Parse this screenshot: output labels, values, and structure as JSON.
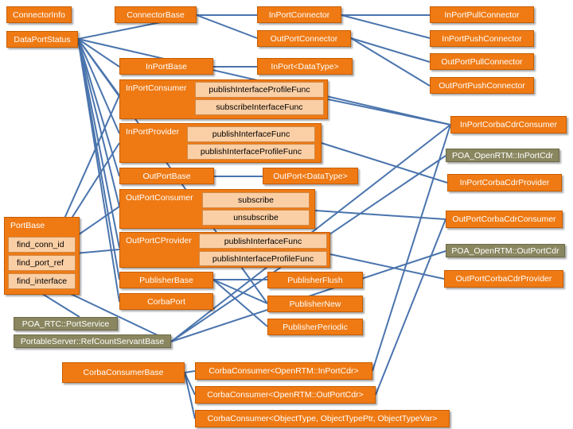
{
  "nodes": {
    "connector_info": "ConnectorInfo",
    "data_port_status": "DataPortStatus",
    "connector_base": "ConnectorBase",
    "inport_connector": "InPortConnector",
    "outport_connector": "OutPortConnector",
    "inport_pull_connector": "InPortPullConnector",
    "inport_push_connector": "InPortPushConnector",
    "outport_pull_connector": "OutPortPullConnector",
    "outport_push_connector": "OutPortPushConnector",
    "inport_base": "InPortBase",
    "inport_datatype": "InPort<DataType>",
    "inport_consumer": {
      "label": "InPortConsumer",
      "items": [
        "publishInterfaceProfileFunc",
        "subscribeInterfaceFunc"
      ]
    },
    "inport_provider": {
      "label": "InPortProvider",
      "items": [
        "publishInterfaceFunc",
        "publishInterfaceProfileFunc"
      ]
    },
    "outport_base": "OutPortBase",
    "outport_datatype": "OutPort<DataType>",
    "outport_consumer": {
      "label": "OutPortConsumer",
      "items": [
        "subscribe",
        "unsubscribe"
      ]
    },
    "outport_cprovider": {
      "label": "OutPortCProvider",
      "items": [
        "publishInterfaceFunc",
        "publishInterfaceProfileFunc"
      ]
    },
    "publisher_base": "PublisherBase",
    "corba_port": "CorbaPort",
    "publisher_flush": "PublisherFlush",
    "publisher_new": "PublisherNew",
    "publisher_periodic": "PublisherPeriodic",
    "port_base": {
      "label": "PortBase",
      "items": [
        "find_conn_id",
        "find_port_ref",
        "find_interface"
      ]
    },
    "poa_rtc_port_service": "POA_RTC::PortService",
    "portable_server": "PortableServer::RefCountServantBase",
    "inport_corba_cdr_consumer": "InPortCorbaCdrConsumer",
    "poa_inport_cdr": "POA_OpenRTM::InPortCdr",
    "inport_corba_cdr_provider": "InPortCorbaCdrProvider",
    "outport_corba_cdr_consumer": "OutPortCorbaCdrConsumer",
    "poa_outport_cdr": "POA_OpenRTM::OutPortCdr",
    "outport_corba_cdr_provider": "OutPortCorbaCdrProvider",
    "corba_consumer_base": "CorbaConsumerBase",
    "corba_consumer_inport_cdr": "CorbaConsumer<OpenRTM::InPortCdr>",
    "corba_consumer_outport_cdr": "CorbaConsumer<OpenRTM::OutPortCdr>",
    "corba_consumer_generic": "CorbaConsumer<ObjectType, ObjectTypePtr, ObjectTypeVar>"
  },
  "colors": {
    "node_fill": "#ef7a14",
    "item_fill": "#fbcfa5",
    "poa_fill": "#8a8760",
    "edge": "#4a74ad"
  }
}
